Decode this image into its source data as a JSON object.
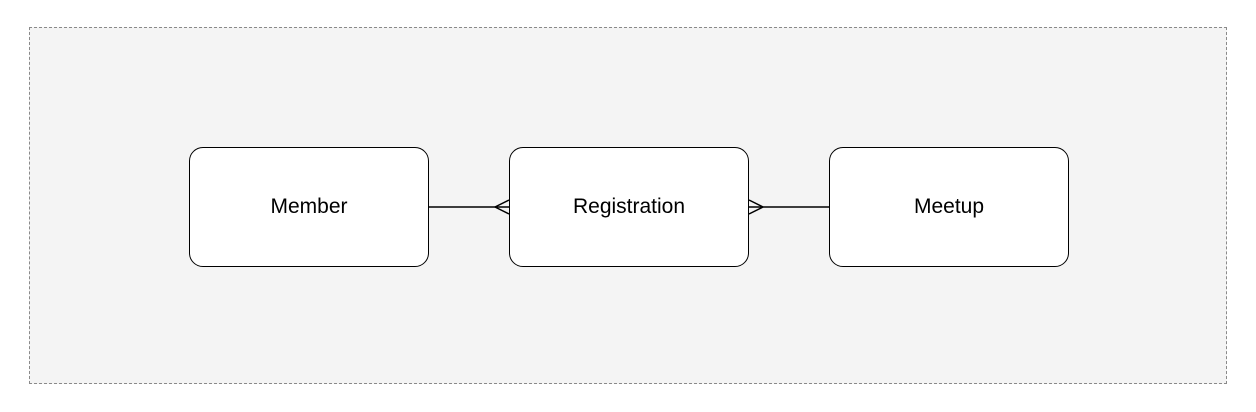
{
  "diagram": {
    "entities": [
      {
        "id": "member",
        "label": "Member"
      },
      {
        "id": "registration",
        "label": "Registration"
      },
      {
        "id": "meetup",
        "label": "Meetup"
      }
    ],
    "relationships": [
      {
        "from": "member",
        "to": "registration",
        "from_cardinality": "one",
        "to_cardinality": "many"
      },
      {
        "from": "registration",
        "to": "meetup",
        "from_cardinality": "many",
        "to_cardinality": "one"
      }
    ]
  }
}
